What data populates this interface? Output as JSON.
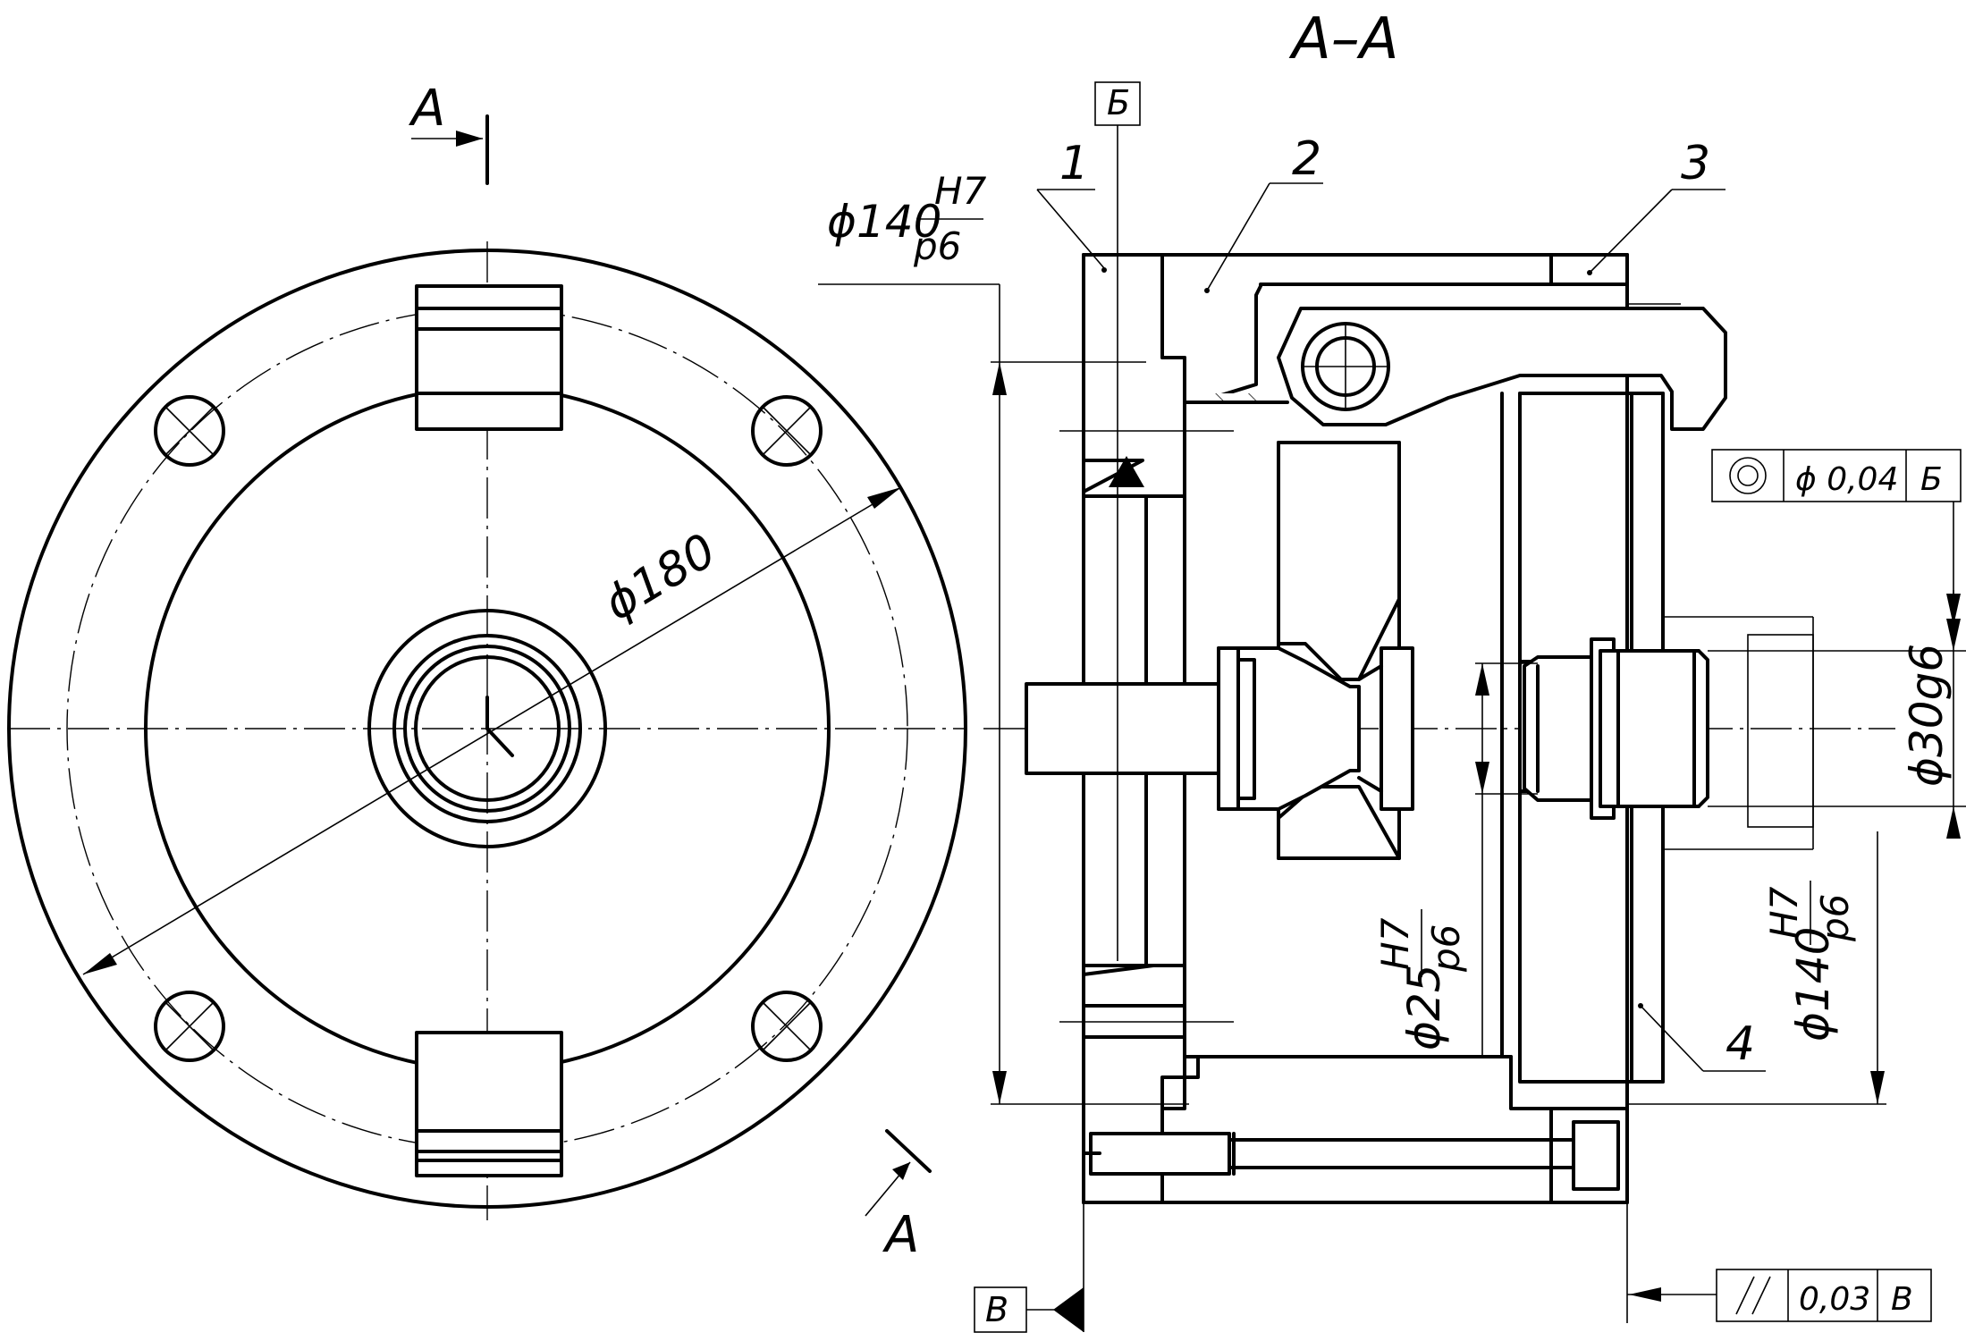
{
  "section_title": "A–A",
  "cut_label_top": "A",
  "cut_label_bottom": "A",
  "dimensions": {
    "d180": "ϕ180",
    "d140_left_base": "ϕ140",
    "d140_left_num": "H7",
    "d140_left_den": "p6",
    "d25_base": "ϕ25",
    "d25_num": "H7",
    "d25_den": "p6",
    "d140_right_base": "ϕ140",
    "d140_right_num": "H7",
    "d140_right_den": "p6",
    "d30": "ϕ30g6"
  },
  "part_numbers": [
    "1",
    "2",
    "3",
    "4"
  ],
  "datums": {
    "b": "Б",
    "v": "В"
  },
  "tolerances": {
    "concentricity": {
      "symbol": "concentricity-icon",
      "value": "ϕ 0,04",
      "datum": "Б"
    },
    "parallelism": {
      "symbol": "parallelism-icon",
      "value": "0,03",
      "datum": "В"
    }
  }
}
